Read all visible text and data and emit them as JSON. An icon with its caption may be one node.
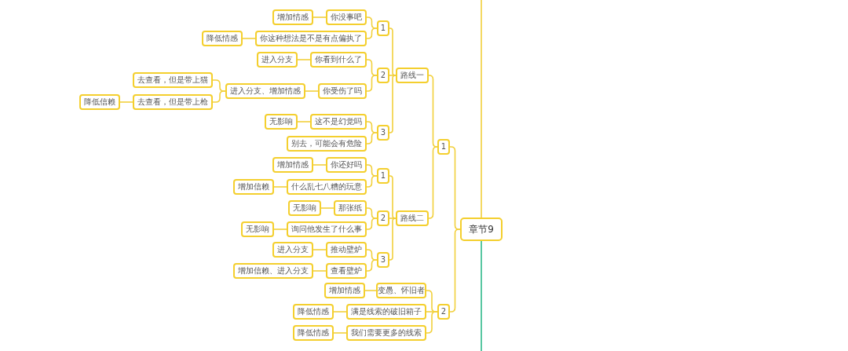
{
  "diagram": {
    "nodes": [
      {
        "text": [
          "章节9"
        ]
      },
      {
        "text": [
          "1"
        ]
      },
      {
        "text": [
          "路线一"
        ]
      },
      {
        "text": [
          "1"
        ]
      },
      {
        "text": [
          "你没事吧"
        ]
      },
      {
        "text": [
          "增加情感"
        ]
      },
      {
        "text": [
          "你这种想法是不是有点偏执了"
        ]
      },
      {
        "text": [
          "降低情感"
        ]
      },
      {
        "text": [
          "2"
        ]
      },
      {
        "text": [
          "你看到什么了"
        ]
      },
      {
        "text": [
          "进入分支"
        ]
      },
      {
        "text": [
          "你受伤了吗"
        ]
      },
      {
        "text": [
          "进入分支、增加情感"
        ]
      },
      {
        "text": [
          "去查看，但是带上猫"
        ]
      },
      {
        "text": [
          "去查看，但是带上枪"
        ]
      },
      {
        "text": [
          "降低信赖"
        ]
      },
      {
        "text": [
          "3"
        ]
      },
      {
        "text": [
          "这不是幻觉吗"
        ]
      },
      {
        "text": [
          "无影响"
        ]
      },
      {
        "text": [
          "别去，可能会有危险"
        ]
      },
      {
        "text": [
          "路线二"
        ]
      },
      {
        "text": [
          "1"
        ]
      },
      {
        "text": [
          "你还好吗"
        ]
      },
      {
        "text": [
          "增加情感"
        ]
      },
      {
        "text": [
          "什么乱七八糟的玩意"
        ]
      },
      {
        "text": [
          "增加信赖"
        ]
      },
      {
        "text": [
          "2"
        ]
      },
      {
        "text": [
          "那张纸"
        ]
      },
      {
        "text": [
          "无影响"
        ]
      },
      {
        "text": [
          "询问他发生了什么事"
        ]
      },
      {
        "text": [
          "无影响"
        ]
      },
      {
        "text": [
          "3"
        ]
      },
      {
        "text": [
          "推动壁炉"
        ]
      },
      {
        "text": [
          "进入分支"
        ]
      },
      {
        "text": [
          "查看壁炉"
        ]
      },
      {
        "text": [
          "增加信赖、进入分支"
        ]
      },
      {
        "text": [
          "2"
        ]
      },
      {
        "text": [
          "变愚、怀旧者"
        ]
      },
      {
        "text": [
          "增加情感"
        ]
      },
      {
        "text": [
          "满是线索的破旧箱子"
        ]
      },
      {
        "text": [
          "降低情感"
        ]
      },
      {
        "text": [
          "我们需要更多的线索"
        ]
      },
      {
        "text": [
          "降低情感"
        ]
      }
    ],
    "edges": [
      {
        "from": 0,
        "to": 1,
        "arrow": "none"
      },
      {
        "from": 1,
        "to": 2,
        "arrow": "none"
      },
      {
        "from": 2,
        "to": 3,
        "arrow": "none"
      },
      {
        "from": 3,
        "to": 4,
        "arrow": "none"
      },
      {
        "from": 4,
        "to": 5,
        "arrow": "none"
      },
      {
        "from": 3,
        "to": 6,
        "arrow": "none"
      },
      {
        "from": 6,
        "to": 7,
        "arrow": "none"
      },
      {
        "from": 2,
        "to": 8,
        "arrow": "none"
      },
      {
        "from": 8,
        "to": 9,
        "arrow": "none"
      },
      {
        "from": 9,
        "to": 10,
        "arrow": "none"
      },
      {
        "from": 8,
        "to": 11,
        "arrow": "none"
      },
      {
        "from": 11,
        "to": 12,
        "arrow": "none"
      },
      {
        "from": 12,
        "to": 13,
        "arrow": "none"
      },
      {
        "from": 12,
        "to": 14,
        "arrow": "none"
      },
      {
        "from": 14,
        "to": 15,
        "arrow": "none"
      },
      {
        "from": 2,
        "to": 16,
        "arrow": "none"
      },
      {
        "from": 16,
        "to": 17,
        "arrow": "none"
      },
      {
        "from": 17,
        "to": 18,
        "arrow": "none"
      },
      {
        "from": 16,
        "to": 19,
        "arrow": "none"
      },
      {
        "from": 1,
        "to": 20,
        "arrow": "none"
      },
      {
        "from": 20,
        "to": 21,
        "arrow": "none"
      },
      {
        "from": 21,
        "to": 22,
        "arrow": "none"
      },
      {
        "from": 22,
        "to": 23,
        "arrow": "none"
      },
      {
        "from": 21,
        "to": 24,
        "arrow": "none"
      },
      {
        "from": 24,
        "to": 25,
        "arrow": "none"
      },
      {
        "from": 20,
        "to": 26,
        "arrow": "none"
      },
      {
        "from": 26,
        "to": 27,
        "arrow": "none"
      },
      {
        "from": 27,
        "to": 28,
        "arrow": "none"
      },
      {
        "from": 26,
        "to": 29,
        "arrow": "none"
      },
      {
        "from": 29,
        "to": 30,
        "arrow": "none"
      },
      {
        "from": 20,
        "to": 31,
        "arrow": "none"
      },
      {
        "from": 31,
        "to": 32,
        "arrow": "none"
      },
      {
        "from": 32,
        "to": 33,
        "arrow": "none"
      },
      {
        "from": 31,
        "to": 34,
        "arrow": "none"
      },
      {
        "from": 34,
        "to": 35,
        "arrow": "none"
      },
      {
        "from": 0,
        "to": 36,
        "arrow": "none"
      },
      {
        "from": 36,
        "to": 37,
        "arrow": "none"
      },
      {
        "from": 37,
        "to": 38,
        "arrow": "none"
      },
      {
        "from": 36,
        "to": 39,
        "arrow": "none"
      },
      {
        "from": 39,
        "to": 40,
        "arrow": "none"
      },
      {
        "from": 36,
        "to": 41,
        "arrow": "none"
      },
      {
        "from": 41,
        "to": 42,
        "arrow": "none"
      },
      {
        "from": null,
        "to": 0,
        "arrow": "none"
      },
      {
        "from": 0,
        "to": null,
        "arrow": "none",
        "color": "#2fb98b"
      }
    ]
  }
}
